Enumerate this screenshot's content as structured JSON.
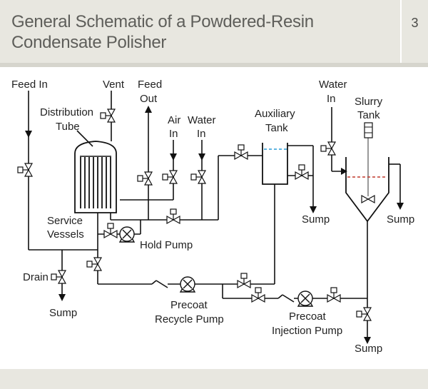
{
  "header": {
    "title": "General Schematic of a Powdered-Resin Condensate Polisher",
    "page_number": "3"
  },
  "labels": {
    "feed_in": "Feed In",
    "vent": "Vent",
    "feed_out_1": "Feed",
    "feed_out_2": "Out",
    "air_in_1": "Air",
    "air_in_2": "In",
    "water_in_1": "Water",
    "water_in_2": "In",
    "distribution_tube_1": "Distribution",
    "distribution_tube_2": "Tube",
    "service_vessels_1": "Service",
    "service_vessels_2": "Vessels",
    "hold_pump": "Hold Pump",
    "drain": "Drain",
    "sump_drain": "Sump",
    "precoat_recycle_pump_1": "Precoat",
    "precoat_recycle_pump_2": "Recycle Pump",
    "auxiliary_tank_1": "Auxiliary",
    "auxiliary_tank_2": "Tank",
    "sump_aux": "Sump",
    "water_in_slurry_1": "Water",
    "water_in_slurry_2": "In",
    "slurry_tank_1": "Slurry",
    "slurry_tank_2": "Tank",
    "sump_slurry": "Sump",
    "precoat_injection_pump_1": "Precoat",
    "precoat_injection_pump_2": "Injection Pump",
    "sump_bottom": "Sump"
  },
  "colors": {
    "header_bg": "#e8e7e0",
    "title_text": "#5e5e5a",
    "line": "#111111",
    "aux_tank_level": "#2a9bd6",
    "slurry_tank_level": "#c0392b"
  }
}
